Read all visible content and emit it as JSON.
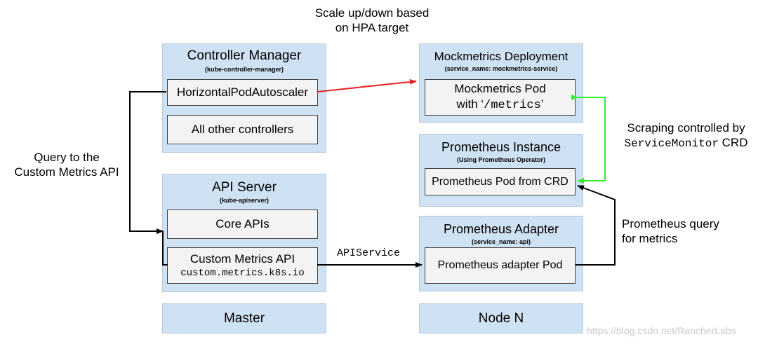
{
  "labels": {
    "scale_line1": "Scale up/down based",
    "scale_line2": "on HPA target",
    "query_line1": "Query to the",
    "query_line2": "Custom Metrics API",
    "scraping_line1": "Scraping controlled by",
    "scraping_line2_mono": "ServiceMonitor",
    "scraping_line2_tail": " CRD",
    "prom_query_line1": "Prometheus query",
    "prom_query_line2": "for metrics",
    "apiservice": "APIService"
  },
  "controller_manager": {
    "title": "Controller Manager",
    "subtitle": "(kube-controller-manager)",
    "hpa": "HorizontalPodAutoscaler",
    "others": "All other controllers"
  },
  "api_server": {
    "title": "API Server",
    "subtitle": "(kube-apiserver)",
    "core": "Core APIs",
    "custom": "Custom Metrics API",
    "custom_mono": "custom.metrics.k8s.io"
  },
  "mockmetrics": {
    "title": "Mockmetrics Deployment",
    "subtitle": "(service_name: mockmetrics-service)",
    "pod_line1": "Mockmetrics Pod",
    "pod_line2_prefix": "with ‘",
    "pod_line2_mono": "/metrics",
    "pod_line2_suffix": "’"
  },
  "prometheus_instance": {
    "title": "Prometheus Instance",
    "subtitle": "(Using Prometheus Operator)",
    "pod": "Prometheus Pod from CRD"
  },
  "prometheus_adapter": {
    "title": "Prometheus Adapter",
    "subtitle": "(service_name: api)",
    "pod": "Prometheus adapter Pod"
  },
  "footers": {
    "master": "Master",
    "node": "Node N"
  },
  "watermark": "https://blog.csdn.net/RancherLabs",
  "colors": {
    "group_fill": "#cfe2f3",
    "box_fill": "#f3f3f3",
    "red_arrow": "#e8211d",
    "green_arrow": "#33ee33",
    "black_arrow": "#000000"
  }
}
